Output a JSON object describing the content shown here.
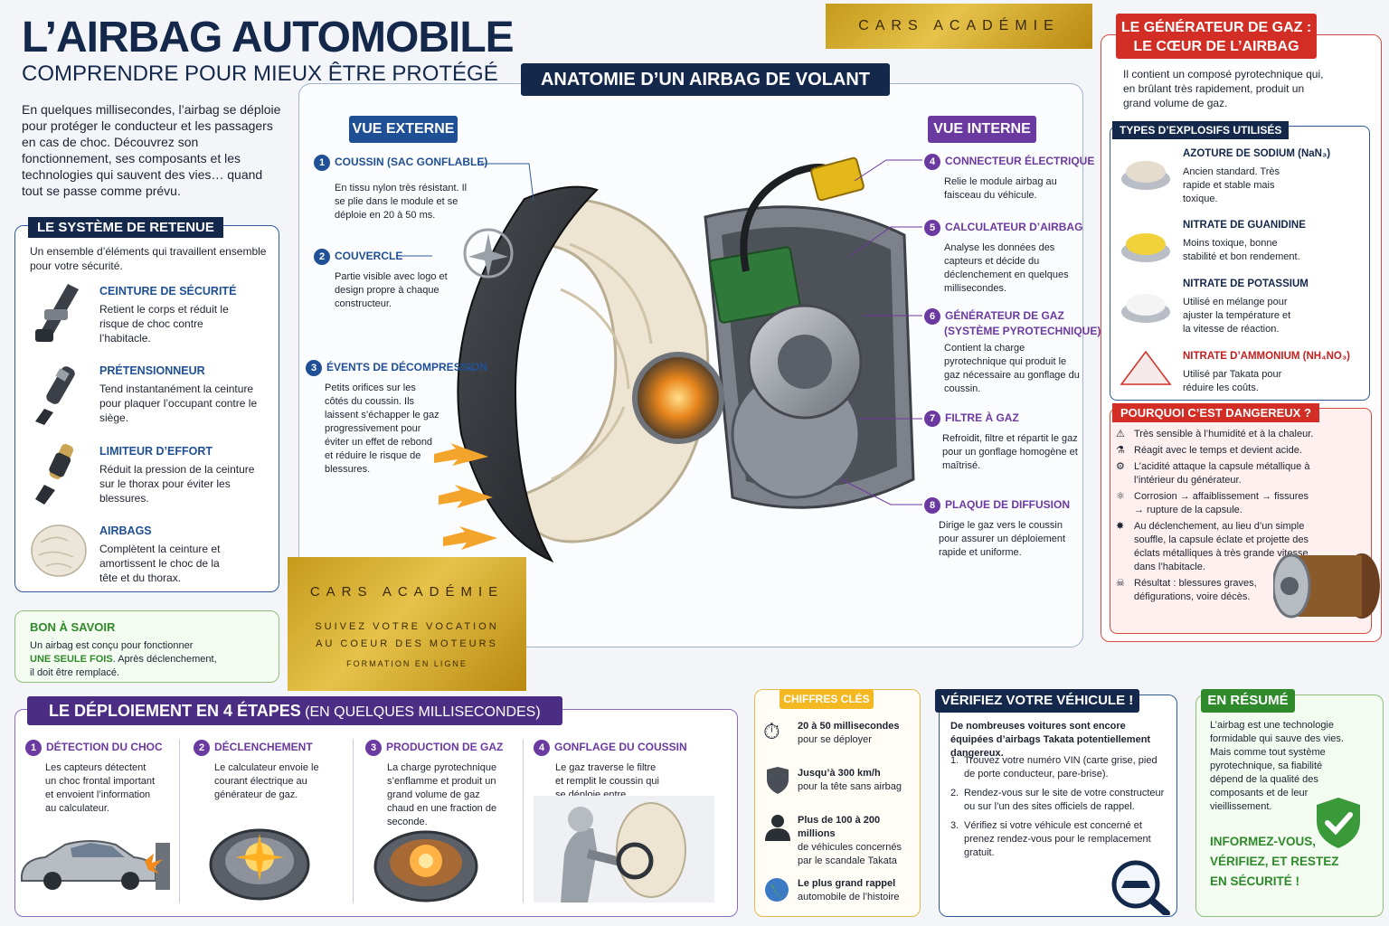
{
  "header": {
    "title": "L’AIRBAG AUTOMOBILE",
    "subtitle": "COMPRENDRE POUR MIEUX ÊTRE PROTÉGÉ",
    "intro": "En quelques millisecondes, l’airbag se déploie pour protéger le conducteur et les passagers en cas de choc. Découvrez son fonctionnement, ses composants et les technologies qui sauvent des vies… quand tout se passe comme prévu."
  },
  "brand": {
    "top": "CARS ACADÉMIE",
    "box_title": "CARS ACADÉMIE",
    "box_line1": "SUIVEZ VOTRE VOCATION",
    "box_line2": "AU COEUR DES MOTEURS",
    "box_line3": "FORMATION EN LIGNE"
  },
  "retention": {
    "title": "LE SYSTÈME DE RETENUE",
    "desc": "Un ensemble d’éléments qui travaillent ensemble pour votre sécurité.",
    "items": [
      {
        "title": "CEINTURE DE SÉCURITÉ",
        "text": "Retient le corps et réduit le risque de choc contre l’habitacle.",
        "icon": "seatbelt-icon"
      },
      {
        "title": "PRÉTENSIONNEUR",
        "text": "Tend instantanément la ceinture pour plaquer l’occupant contre le siège.",
        "icon": "pretensioner-icon"
      },
      {
        "title": "LIMITEUR D’EFFORT",
        "text": "Réduit la pression de la ceinture sur le thorax pour éviter les blessures.",
        "icon": "load-limiter-icon"
      },
      {
        "title": "AIRBAGS",
        "text": "Complètent la ceinture et amortissent le choc de la tête et du thorax.",
        "icon": "airbag-icon"
      }
    ]
  },
  "tip": {
    "title": "BON À SAVOIR",
    "line1": "Un airbag est conçu pour fonctionner",
    "highlight": "UNE SEULE FOIS",
    "line2": ". Après déclenchement,",
    "line3": "il doit être remplacé."
  },
  "anatomy": {
    "title": "ANATOMIE D’UN AIRBAG DE VOLANT",
    "external": "VUE EXTERNE",
    "internal": "VUE INTERNE",
    "parts_left": [
      {
        "n": "1",
        "title": "COUSSIN (SAC GONFLABLE)",
        "text": "En tissu nylon très résistant. Il se plie dans le module et se déploie en 20 à 50 ms."
      },
      {
        "n": "2",
        "title": "COUVERCLE",
        "text": "Partie visible avec logo et design propre à chaque constructeur."
      },
      {
        "n": "3",
        "title": "ÉVENTS DE DÉCOMPRESSION",
        "text": "Petits orifices sur les côtés du coussin. Ils laissent s’échapper le gaz progressivement pour éviter un effet de rebond et réduire le risque de blessures."
      }
    ],
    "parts_right": [
      {
        "n": "4",
        "title": "CONNECTEUR ÉLECTRIQUE",
        "title2": "",
        "text": "Relie le module airbag au faisceau du véhicule."
      },
      {
        "n": "5",
        "title": "CALCULATEUR D’AIRBAG",
        "title2": "",
        "text": "Analyse les données des capteurs et décide du déclenchement en quelques millisecondes."
      },
      {
        "n": "6",
        "title": "GÉNÉRATEUR DE GAZ",
        "title2": "(SYSTÈME PYROTECHNIQUE)",
        "text": "Contient la charge pyrotechnique qui produit le gaz nécessaire au gonflage du coussin."
      },
      {
        "n": "7",
        "title": "FILTRE À GAZ",
        "title2": "",
        "text": "Refroidit, filtre et répartit le gaz pour un gonflage homogène et maîtrisé."
      },
      {
        "n": "8",
        "title": "PLAQUE DE DIFFUSION",
        "title2": "",
        "text": "Dirige le gaz vers le coussin pour assurer un déploiement rapide et uniforme."
      }
    ]
  },
  "generator": {
    "title1": "LE GÉNÉRATEUR DE GAZ :",
    "title2": "LE CŒUR DE L’AIRBAG",
    "desc": "Il contient un composé pyrotechnique qui, en brûlant très rapidement, produit un grand volume de gaz.",
    "types_title": "TYPES D’EXPLOSIFS UTILISÉS",
    "types": [
      {
        "title": "AZOTURE DE SODIUM (NaN₃)",
        "text": "Ancien standard. Très rapide et stable mais toxique.",
        "color": "#e6dccd",
        "icon": "sodium-azide-icon"
      },
      {
        "title": "NITRATE DE GUANIDINE",
        "text": "Moins toxique, bonne stabilité et bon rendement.",
        "color": "#f2d23a",
        "icon": "guanidine-nitrate-icon"
      },
      {
        "title": "NITRATE DE POTASSIUM",
        "text": "Utilisé en mélange pour ajuster la température et la vitesse de réaction.",
        "color": "#f4f4f4",
        "icon": "potassium-nitrate-icon"
      },
      {
        "title": "NITRATE D’AMMONIUM (NH₄NO₃)",
        "text": "Utilisé par Takata pour réduire les coûts.",
        "color": "#f6e9e9",
        "icon": "ammonium-nitrate-icon"
      }
    ],
    "danger_title": "POURQUOI C’EST DANGEREUX ?",
    "dangers": [
      "Très sensible à l’humidité et à la chaleur.",
      "Réagit avec le temps et devient acide.",
      "L’acidité attaque la capsule métallique à l’intérieur du générateur.",
      "Corrosion → affaiblissement → fissures → rupture de la capsule.",
      "Au déclenchement, au lieu d’un simple souffle, la capsule éclate et projette des éclats métalliques à très grande vitesse dans l’habitacle.",
      "Résultat : blessures graves, défigurations, voire décès."
    ]
  },
  "deployment": {
    "title": "LE DÉPLOIEMENT EN 4 ÉTAPES",
    "title_suffix": "(EN QUELQUES MILLISECONDES)",
    "steps": [
      {
        "n": "1",
        "title": "DÉTECTION DU CHOC",
        "text": "Les capteurs détectent un choc frontal important et envoient l’information au calculateur."
      },
      {
        "n": "2",
        "title": "DÉCLENCHEMENT",
        "text": "Le calculateur envoie le courant électrique au générateur de gaz."
      },
      {
        "n": "3",
        "title": "PRODUCTION DE GAZ",
        "text": "La charge pyrotechnique s’enflamme et produit un grand volume de gaz chaud en une fraction de seconde."
      },
      {
        "n": "4",
        "title": "GONFLAGE DU COUSSIN",
        "text": "Le gaz traverse le filtre et remplit le coussin qui se déploie entre l’occupant et le volant."
      }
    ]
  },
  "keyfigures": {
    "title": "CHIFFRES CLÉS",
    "items": [
      {
        "bold": "20 à 50 millisecondes",
        "text": "pour se déployer",
        "icon": "stopwatch-icon"
      },
      {
        "bold": "Jusqu’à 300 km/h",
        "text": "pour la tête sans airbag",
        "icon": "shield-icon"
      },
      {
        "bold": "Plus de 100 à 200 millions",
        "text": "de véhicules concernés par le scandale Takata",
        "icon": "person-icon"
      },
      {
        "bold": "Le plus grand rappel",
        "text": "automobile de l’histoire",
        "icon": "globe-icon"
      }
    ]
  },
  "verify": {
    "title": "VÉRIFIEZ VOTRE VÉHICULE !",
    "intro": "De nombreuses voitures sont encore équipées d’airbags Takata potentiellement dangereux.",
    "steps": [
      "Trouvez votre numéro VIN (carte grise, pied de porte conducteur, pare-brise).",
      "Rendez-vous sur le site de votre constructeur ou sur l’un des sites officiels de rappel.",
      "Vérifiez si votre véhicule est concerné et prenez rendez-vous pour le remplacement gratuit."
    ]
  },
  "summary": {
    "title": "EN RÉSUMÉ",
    "text": "L’airbag est une technologie formidable qui sauve des vies. Mais comme tout système pyrotechnique, sa fiabilité dépend de la qualité des composants et de leur vieillissement.",
    "cta1": "INFORMEZ-VOUS,",
    "cta2": "VÉRIFIEZ, ET RESTEZ",
    "cta3": "EN SÉCURITÉ !"
  }
}
